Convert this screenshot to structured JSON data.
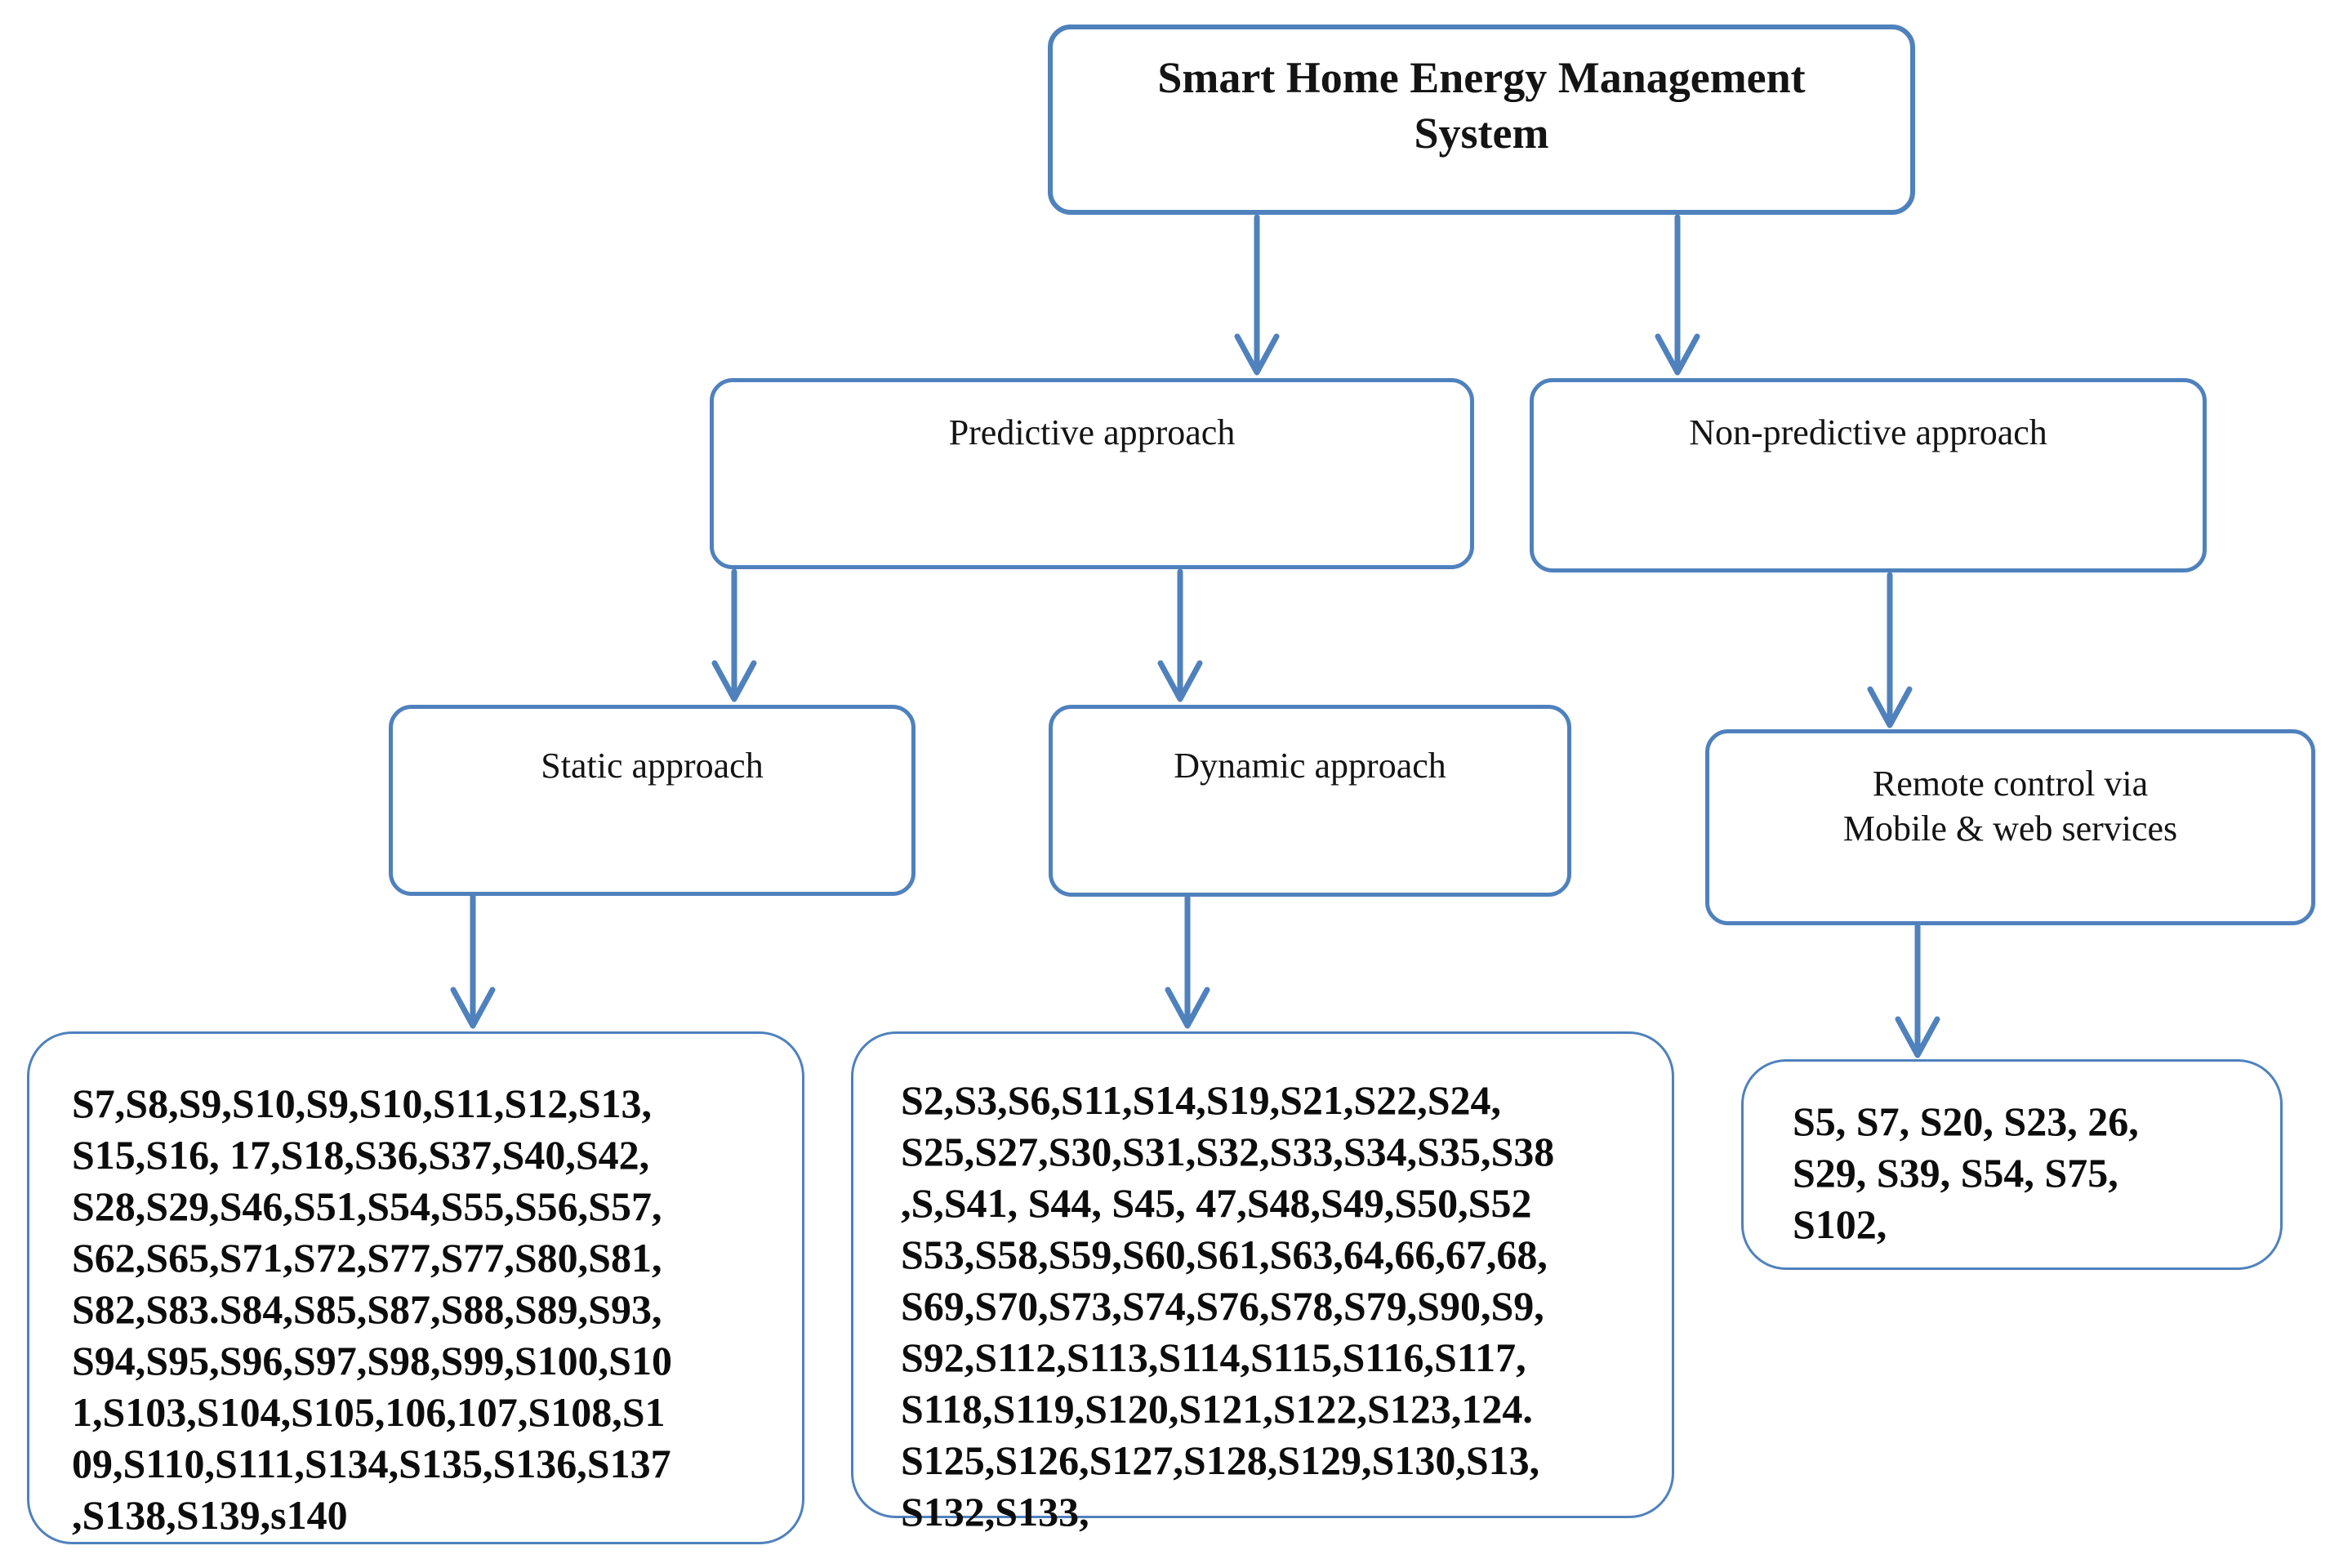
{
  "colors": {
    "accent": "#4f81bd",
    "text": "#111111"
  },
  "nodes": {
    "root": {
      "label": "Smart Home Energy Management System"
    },
    "predictive": {
      "label": "Predictive approach"
    },
    "non_predictive": {
      "label": "Non-predictive approach"
    },
    "static": {
      "label": "Static approach"
    },
    "dynamic": {
      "label": "Dynamic approach"
    },
    "remote": {
      "line1": "Remote control via",
      "line2": "Mobile & web services"
    }
  },
  "study_lists": {
    "static_studies": {
      "lines": [
        "S7,S8,S9,S10,S9,S10,S11,S12,S13,",
        "S15,S16, 17,S18,S36,S37,S40,S42,",
        "S28,S29,S46,S51,S54,S55,S56,S57,",
        "S62,S65,S71,S72,S77,S77,S80,S81,",
        "S82,S83.S84,S85,S87,S88,S89,S93,",
        "S94,S95,S96,S97,S98,S99,S100,S10",
        "1,S103,S104,S105,106,107,S108,S1",
        "09,S110,S111,S134,S135,S136,S137",
        ",S138,S139,s140"
      ]
    },
    "dynamic_studies": {
      "lines": [
        "S2,S3,S6,S11,S14,S19,S21,S22,S24,",
        "S25,S27,S30,S31,S32,S33,S34,S35,S38",
        ",S,S41, S44, S45, 47,S48,S49,S50,S52",
        "S53,S58,S59,S60,S61,S63,64,66,67,68,",
        "S69,S70,S73,S74,S76,S78,S79,S90,S9,",
        "S92,S112,S113,S114,S115,S116,S117,",
        "S118,S119,S120,S121,S122,S123,124.",
        "S125,S126,S127,S128,S129,S130,S13,",
        "S132,S133,"
      ]
    },
    "remote_studies": {
      "lines": [
        "S5, S7, S20, S23, 26,",
        "S29, S39, S54, S75,",
        "S102,"
      ]
    }
  }
}
